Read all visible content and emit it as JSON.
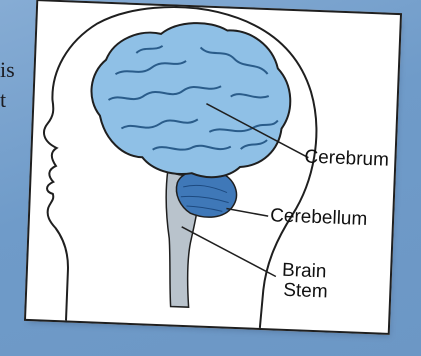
{
  "page": {
    "text_fragment_lines": [
      "is",
      "t"
    ]
  },
  "diagram": {
    "labels": {
      "cerebrum": "Cerebrum",
      "cerebellum": "Cerebellum",
      "brain_stem_line1": "Brain",
      "brain_stem_line2": "Stem"
    },
    "colors": {
      "background": "#7ea6cf",
      "cerebrum_fill": "#8fc0e6",
      "cerebellum_fill": "#3f78b8",
      "brain_stem_fill": "#b9c3cc",
      "outline": "#1f1f1f"
    }
  }
}
